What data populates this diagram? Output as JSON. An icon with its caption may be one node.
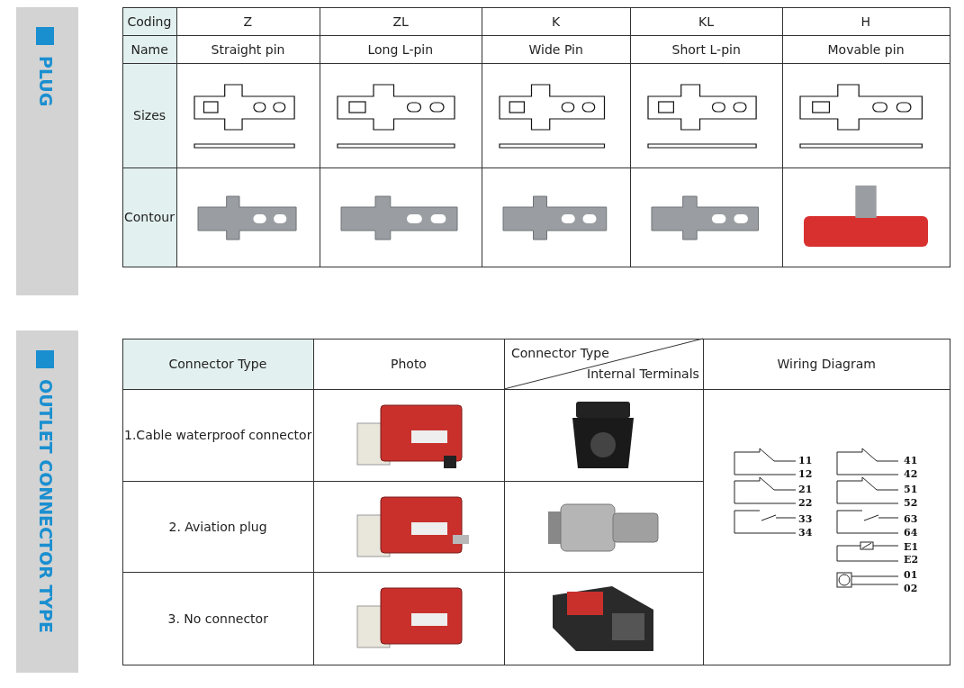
{
  "diagram": {
    "labels": [
      "PLUG",
      "Coding",
      "Z",
      "ZL",
      "K",
      "KL",
      "H",
      "Name",
      "Straight pin",
      "Long L-pin",
      "Wide Pin",
      "Short L-pin",
      "Movable pin",
      "Sizes",
      "Contour",
      "OUTLET CONNECTOR TYPE",
      "Connector Type",
      "Photo",
      "Connector Type",
      "Internal Terminals",
      "Wiring Diagram",
      "1.Cable waterproof connector",
      "2. Aviation plug",
      "3. No connector",
      "11",
      "12",
      "41",
      "42",
      "21",
      "22",
      "51",
      "52",
      "33",
      "34",
      "63",
      "64",
      "E1",
      "E2",
      "01",
      "02"
    ]
  }
}
